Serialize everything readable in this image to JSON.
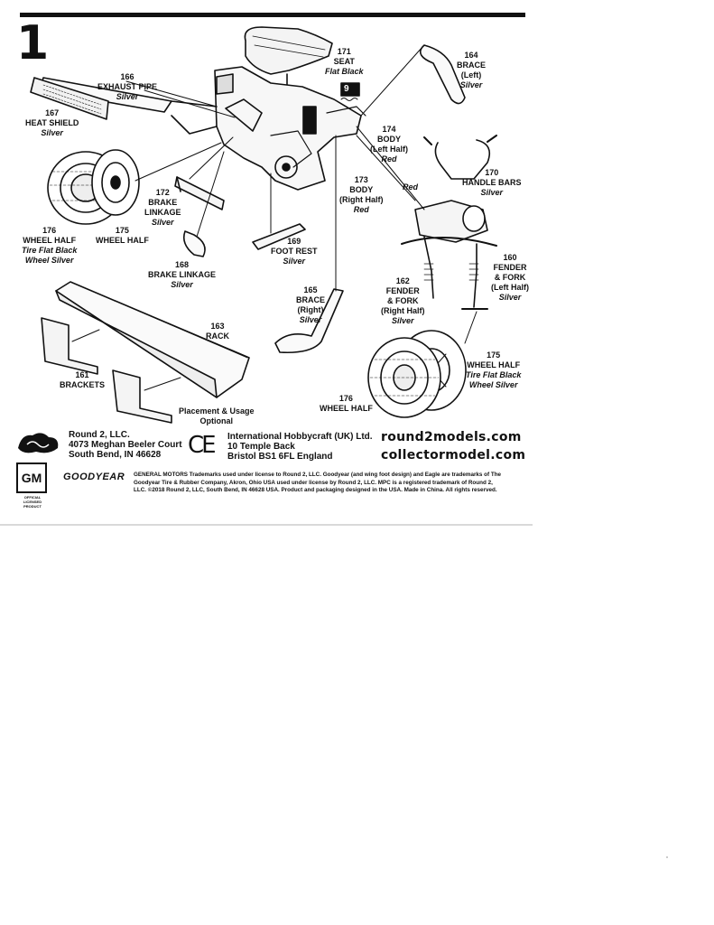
{
  "step": {
    "number": "1"
  },
  "parts": [
    {
      "id": "seat",
      "number": "171",
      "name": "SEAT",
      "finish": "Flat Black"
    },
    {
      "id": "exhaust-pipe",
      "number": "166",
      "name": "EXHAUST PIPE",
      "finish": "Silver"
    },
    {
      "id": "heat-shield",
      "number": "167",
      "name": "HEAT SHIELD",
      "finish": "Silver"
    },
    {
      "id": "brace-left",
      "number": "164",
      "name": "BRACE",
      "name2": "(Left)",
      "finish": "Silver"
    },
    {
      "id": "body-left",
      "number": "174",
      "name": "BODY",
      "name2": "(Left Half)",
      "finish": "Red"
    },
    {
      "id": "body-right",
      "number": "173",
      "name": "BODY",
      "name2": "(Right Half)",
      "finish": "Red"
    },
    {
      "id": "handle-bars",
      "number": "170",
      "name": "HANDLE BARS",
      "finish": "Silver"
    },
    {
      "id": "brake-linkage-172",
      "number": "172",
      "name": "BRAKE",
      "name2": "LINKAGE",
      "finish": "Silver"
    },
    {
      "id": "wheel-half-176-top",
      "number": "176",
      "name": "WHEEL HALF",
      "finish": "Tire Flat Black",
      "finish2": "Wheel Silver"
    },
    {
      "id": "wheel-half-175-top",
      "number": "175",
      "name": "WHEEL HALF"
    },
    {
      "id": "foot-rest",
      "number": "169",
      "name": "FOOT REST",
      "finish": "Silver"
    },
    {
      "id": "brake-linkage-168",
      "number": "168",
      "name": "BRAKE LINKAGE",
      "finish": "Silver"
    },
    {
      "id": "fender-fork-left",
      "number": "160",
      "name": "FENDER",
      "name2": "& FORK",
      "name3": "(Left Half)",
      "finish": "Silver"
    },
    {
      "id": "fender-fork-right",
      "number": "162",
      "name": "FENDER",
      "name2": "& FORK",
      "name3": "(Right Half)",
      "finish": "Silver"
    },
    {
      "id": "brace-right",
      "number": "165",
      "name": "BRACE",
      "name2": "(Right)",
      "finish": "Silver"
    },
    {
      "id": "rack",
      "number": "163",
      "name": "RACK"
    },
    {
      "id": "brackets",
      "number": "161",
      "name": "BRACKETS"
    },
    {
      "id": "wheel-half-175-bottom",
      "number": "175",
      "name": "WHEEL HALF",
      "finish": "Tire Flat Black",
      "finish2": "Wheel Silver"
    },
    {
      "id": "wheel-half-176-bottom",
      "number": "176",
      "name": "WHEEL HALF"
    }
  ],
  "callouts": {
    "decal": "9",
    "red_note": "Red",
    "placement": "Placement & Usage",
    "optional": "Optional"
  },
  "footer": {
    "company": "Round 2, LLC.",
    "address1": "4073 Meghan Beeler Court",
    "address2": "South Bend, IN 46628",
    "uk_company": "International Hobbycraft (UK) Ltd.",
    "uk_address1": "10 Temple Back",
    "uk_address2": "Bristol BS1 6FL England",
    "web1": "round2models.com",
    "web2": "collectormodel.com",
    "ce": "CE",
    "gm": "GM",
    "gm_sub": "OFFICIAL LICENSED PRODUCT",
    "goodyear": "GOODYEAR",
    "legal": "GENERAL MOTORS Trademarks used under license to Round 2, LLC. Goodyear (and wing foot design) and Eagle are trademarks of The Goodyear Tire & Rubber Company, Akron, Ohio USA used under license by Round 2, LLC. MPC is a registered trademark of Round 2, LLC. ©2018 Round 2, LLC, South Bend, IN 46628 USA. Product and packaging designed in the USA. Made in China. All rights reserved."
  }
}
